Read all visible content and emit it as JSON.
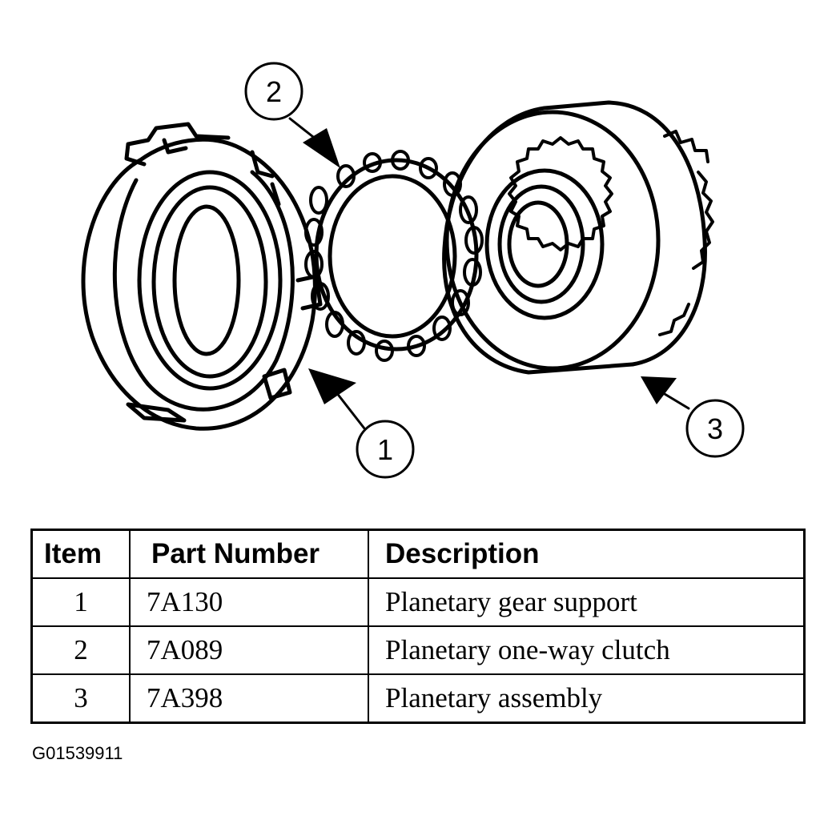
{
  "diagram": {
    "callouts": [
      {
        "label": "1"
      },
      {
        "label": "2"
      },
      {
        "label": "3"
      }
    ]
  },
  "table": {
    "headers": [
      "Item",
      "Part Number",
      "Description"
    ],
    "rows": [
      {
        "item": "1",
        "part_number": "7A130",
        "description": "Planetary gear support"
      },
      {
        "item": "2",
        "part_number": "7A089",
        "description": "Planetary one-way clutch"
      },
      {
        "item": "3",
        "part_number": "7A398",
        "description": "Planetary assembly"
      }
    ]
  },
  "figure_code": "G01539911"
}
